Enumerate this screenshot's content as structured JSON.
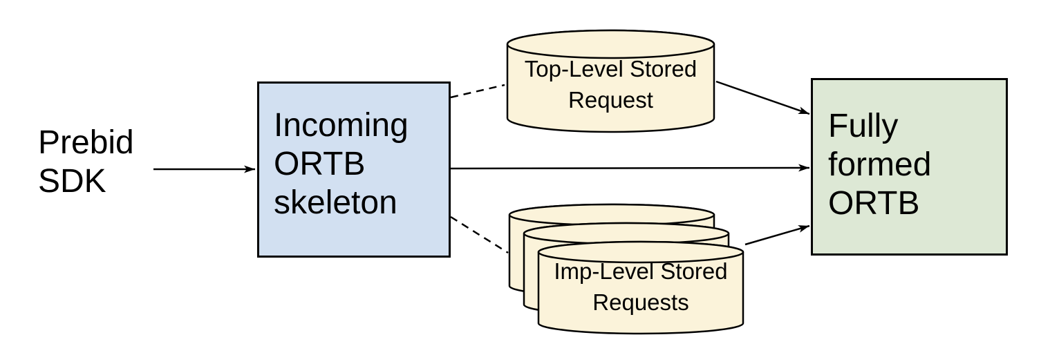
{
  "diagram": {
    "background": "#ffffff",
    "text_color": "#000000",
    "stroke_color": "#000000",
    "nodes": {
      "prebid_sdk": {
        "type": "text",
        "lines": [
          "Prebid",
          "SDK"
        ]
      },
      "incoming_ortb_skeleton": {
        "type": "box",
        "fill": "#d2e0f1",
        "lines": [
          "Incoming",
          "ORTB",
          "skeleton"
        ]
      },
      "top_level_stored_request": {
        "type": "cylinder",
        "fill": "#fbf3da",
        "lines": [
          "Top-Level Stored",
          "Request"
        ]
      },
      "imp_level_stored_requests": {
        "type": "cylinder-stack",
        "cylinder_count": 3,
        "fill": "#fbf3da",
        "lines": [
          "Imp-Level Stored",
          "Requests"
        ]
      },
      "fully_formed_ortb": {
        "type": "box",
        "fill": "#dde8d5",
        "lines": [
          "Fully",
          "formed",
          "ORTB"
        ]
      }
    },
    "edges": [
      {
        "from": "prebid_sdk",
        "to": "incoming_ortb_skeleton",
        "style": "solid",
        "arrowhead": true
      },
      {
        "from": "incoming_ortb_skeleton",
        "to": "top_level_stored_request",
        "style": "dashed",
        "arrowhead": false
      },
      {
        "from": "incoming_ortb_skeleton",
        "to": "fully_formed_ortb",
        "style": "solid",
        "arrowhead": true
      },
      {
        "from": "incoming_ortb_skeleton",
        "to": "imp_level_stored_requests",
        "style": "dashed",
        "arrowhead": false
      },
      {
        "from": "top_level_stored_request",
        "to": "fully_formed_ortb",
        "style": "solid",
        "arrowhead": true
      },
      {
        "from": "imp_level_stored_requests",
        "to": "fully_formed_ortb",
        "style": "solid",
        "arrowhead": true
      }
    ]
  }
}
